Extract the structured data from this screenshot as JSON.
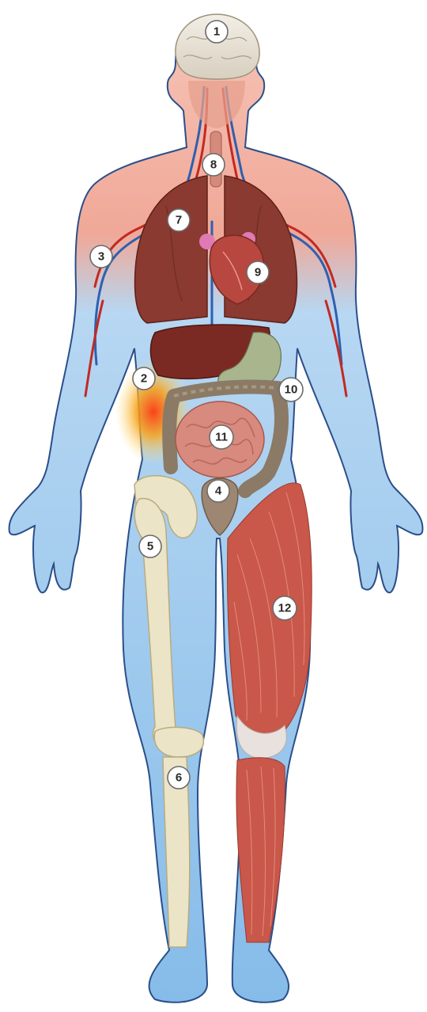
{
  "diagram": {
    "callouts": [
      {
        "key": "brain",
        "label": "1"
      },
      {
        "key": "liver",
        "label": "2"
      },
      {
        "key": "arm-vessels",
        "label": "3"
      },
      {
        "key": "bladder",
        "label": "4"
      },
      {
        "key": "femur",
        "label": "5"
      },
      {
        "key": "tibia",
        "label": "6"
      },
      {
        "key": "lung",
        "label": "7"
      },
      {
        "key": "trachea",
        "label": "8"
      },
      {
        "key": "heart",
        "label": "9"
      },
      {
        "key": "large-intestine",
        "label": "10"
      },
      {
        "key": "small-intestine",
        "label": "11"
      },
      {
        "key": "leg-muscles",
        "label": "12"
      }
    ],
    "colors": {
      "skin_upper": "#f2b3a4",
      "skin_lower": "#8ec3ee",
      "outline": "#2b4f8a",
      "organ_dark": "#7a2a22",
      "lung": "#8a3a30",
      "heart": "#b8473f",
      "intestine": "#d98a7f",
      "colon": "#8a7a66",
      "liver_glow": "#f39a1e"
    }
  }
}
